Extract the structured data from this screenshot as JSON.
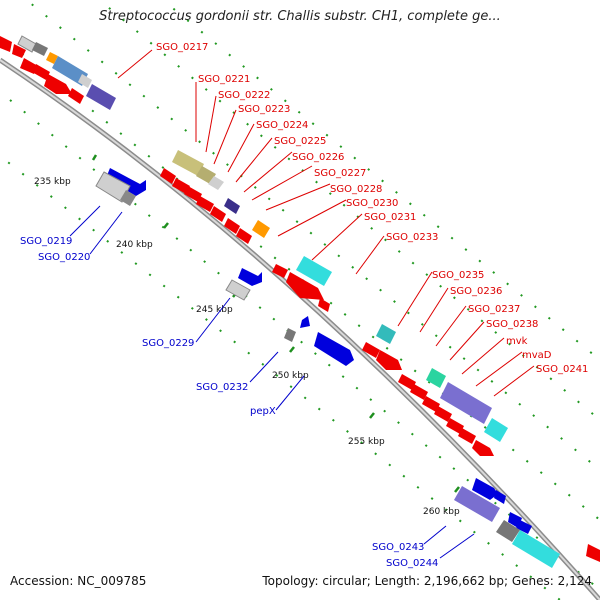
{
  "title": "Streptococcus gordonii str. Challis substr. CH1, complete ge...",
  "footer": {
    "accession": "Accession: NC_009785",
    "summary": "Topology: circular; Length: 2,196,662 bp; Genes: 2,124"
  },
  "scale_ticks": [
    "235 kbp",
    "240 kbp",
    "245 kbp",
    "250 kbp",
    "255 kbp",
    "260 kbp"
  ],
  "forward_gene_labels": [
    "SGO_0217",
    "SGO_0221",
    "SGO_0222",
    "SGO_0223",
    "SGO_0224",
    "SGO_0225",
    "SGO_0226",
    "SGO_0227",
    "SGO_0228",
    "SGO_0230",
    "SGO_0231",
    "SGO_0233",
    "SGO_0235",
    "SGO_0236",
    "SGO_0237",
    "SGO_0238",
    "mvk",
    "mvaD",
    "SGO_0241"
  ],
  "reverse_gene_labels": [
    "SGO_0219",
    "SGO_0220",
    "SGO_0229",
    "SGO_0232",
    "pepX",
    "SGO_0243",
    "SGO_0244"
  ],
  "colors": {
    "forward": "#ee0000",
    "reverse": "#0000dd",
    "backbone": "#999999",
    "tick_green": "#229922",
    "feature_blue": "#5b8fc7",
    "feature_olive": "#c8c07a",
    "feature_purple": "#7a6fd0",
    "feature_cyan": "#33dddd",
    "feature_teal": "#2bd4a0",
    "feature_orange": "#ff9900",
    "feature_gray": "#cfcfcf"
  }
}
